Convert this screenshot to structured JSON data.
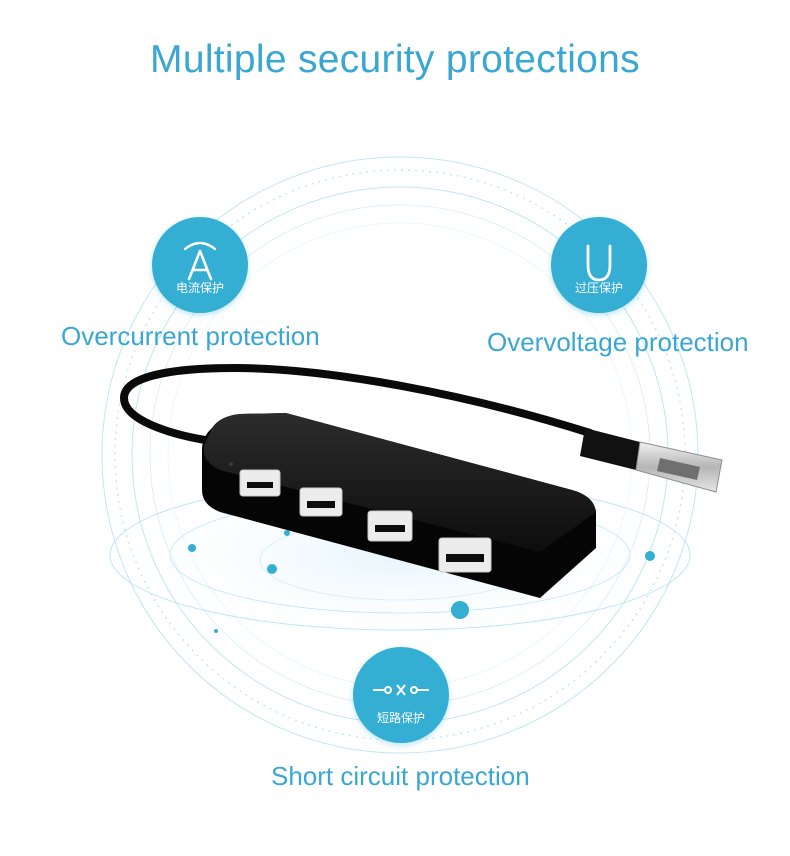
{
  "title": "Multiple security protections",
  "colors": {
    "accent": "#35aed4",
    "title": "#3aa7d3",
    "device": "#0e0e0e",
    "ring": "#bfe6f4"
  },
  "features": [
    {
      "icon": "ammeter-icon",
      "glyph": "A",
      "cn": "电流保护",
      "label": "Overcurrent protection"
    },
    {
      "icon": "voltage-icon",
      "glyph": "U",
      "cn": "过压保护",
      "label": "Overvoltage protection"
    },
    {
      "icon": "circuit-break-icon",
      "glyph": "-o×o-",
      "cn": "短路保护",
      "label": "Short circuit protection"
    }
  ]
}
